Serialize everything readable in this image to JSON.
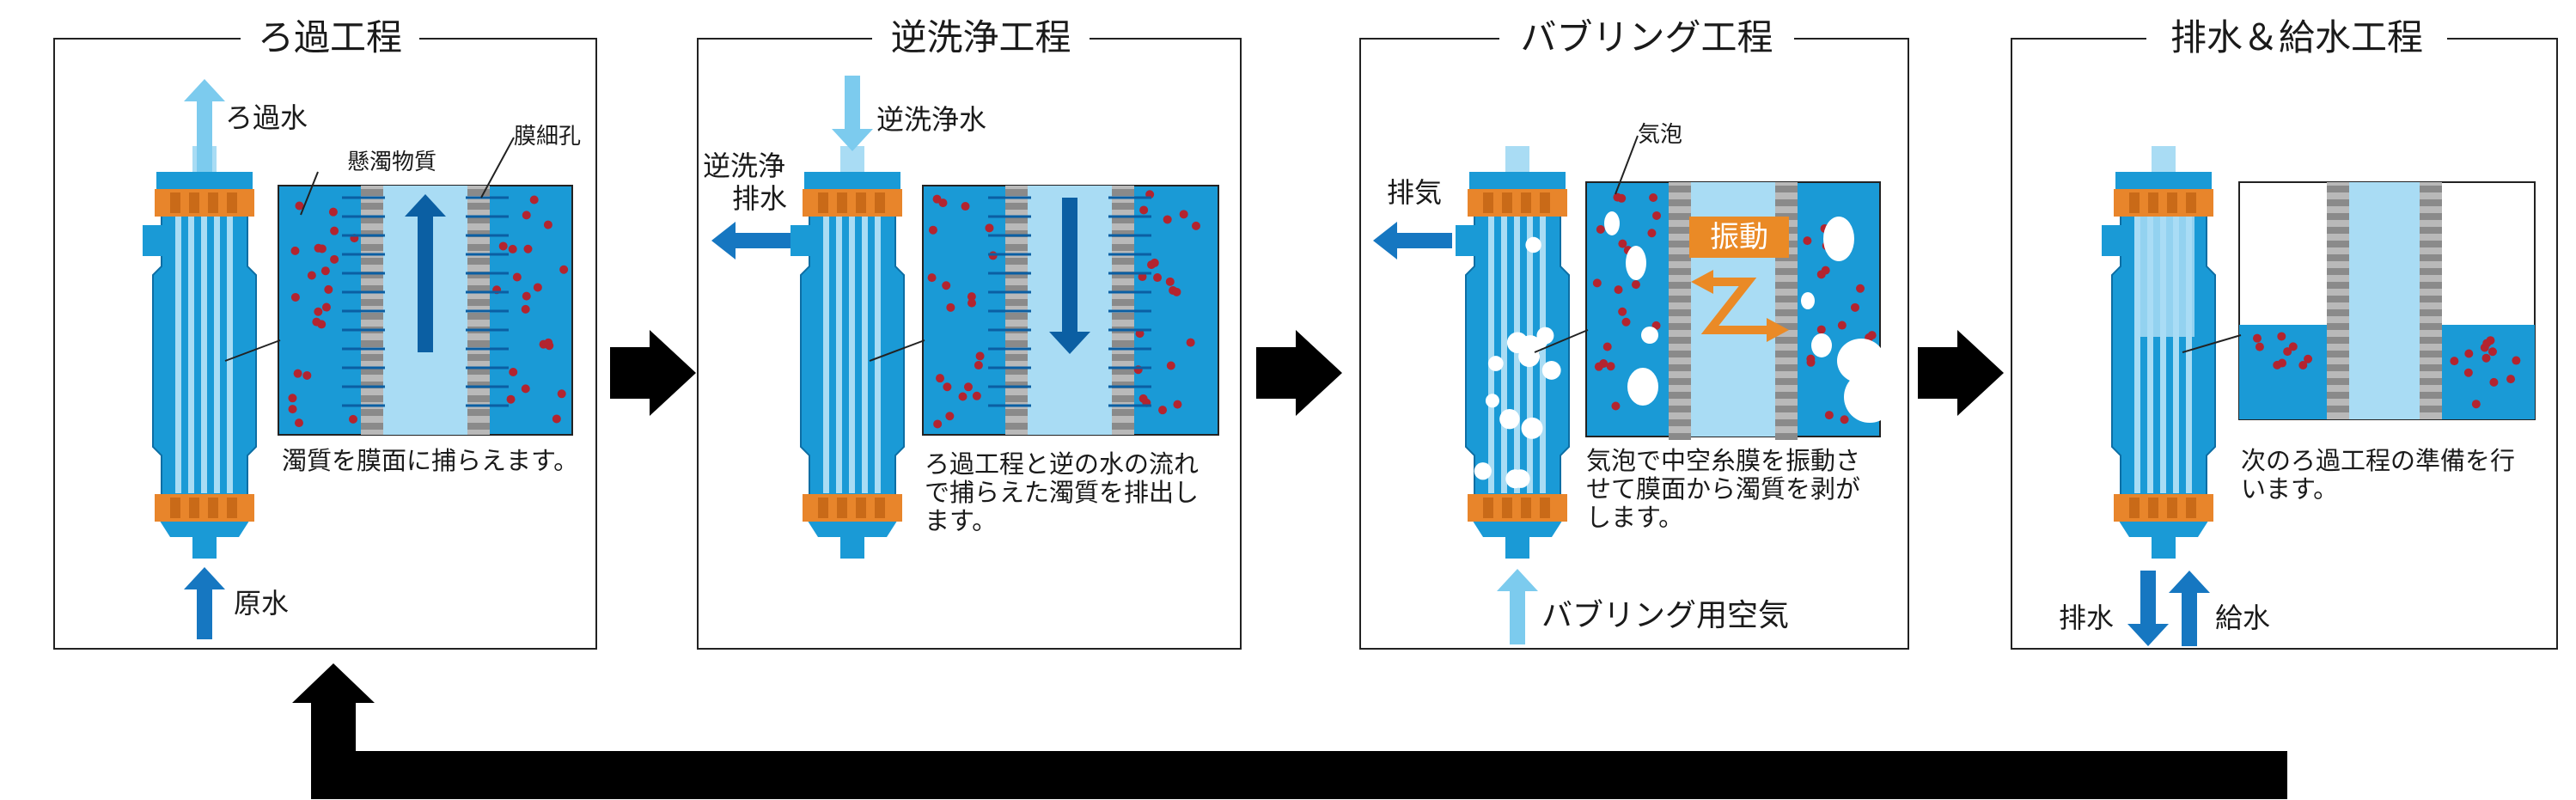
{
  "steps": [
    {
      "title": "ろ過工程",
      "caption": "濁質を膜面に捕らえます。",
      "labels": {
        "out": "ろ過水",
        "in": "原水",
        "suspended": "懸濁物質",
        "pore": "膜細孔"
      }
    },
    {
      "title": "逆洗浄工程",
      "caption_lines": [
        "ろ過工程と逆の水の流れ",
        "で捕らえた濁質を排出し",
        "ます。"
      ],
      "labels": {
        "in": "逆洗浄水",
        "drain_line1": "逆洗浄",
        "drain_line2": "排水"
      }
    },
    {
      "title": "バブリング工程",
      "caption_lines": [
        "気泡で中空糸膜を振動さ",
        "せて膜面から濁質を剥が",
        "します。"
      ],
      "labels": {
        "exhaust": "排気",
        "bubble": "気泡",
        "vibration": "振動",
        "air": "バブリング用空気"
      }
    },
    {
      "title": "排水＆給水工程",
      "caption_lines": [
        "次のろ過工程の準備を行",
        "います。"
      ],
      "labels": {
        "drain": "排水",
        "supply": "給水"
      }
    }
  ],
  "colors": {
    "water": "#1a9ad6",
    "light_water": "#a9dcf4",
    "arrow_blue": "#1677c1",
    "arrow_light": "#7ccbee",
    "cap_orange": "#e8852b",
    "particle": "#b3242f",
    "membrane_gray": "#8a8a8a",
    "vibration_orange": "#ea8a26",
    "process_arrow": "#000000"
  },
  "icons": [
    "process-arrow-right-icon",
    "cycle-return-arrow-icon"
  ]
}
